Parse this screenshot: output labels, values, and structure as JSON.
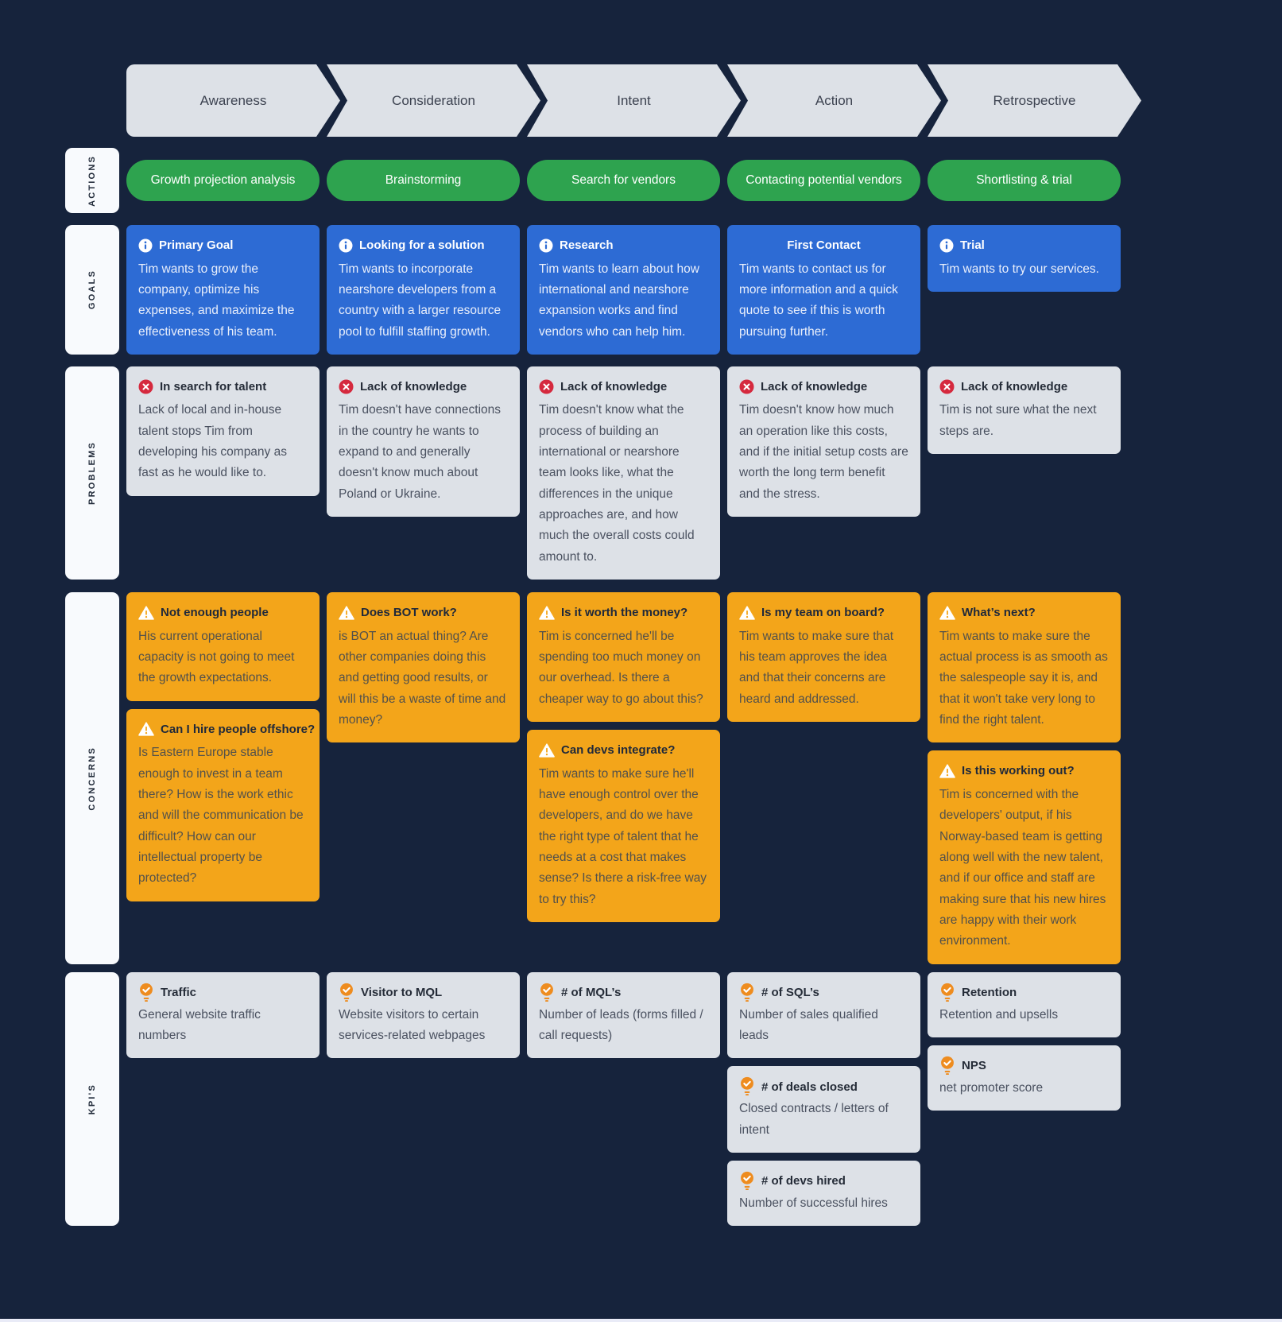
{
  "colors": {
    "background": "#16233C",
    "stage_chevron_gray": "#DDE1E7",
    "action_green": "#2EA34F",
    "goal_blue": "#2D6BD4",
    "problem_badge_red": "#D5293E",
    "concern_orange": "#F3A51A",
    "kpi_bulb_orange": "#EE8C1F",
    "card_gray": "#DDE1E7"
  },
  "icons": {
    "goal": "info-icon",
    "problem": "x-circle-icon",
    "concern": "warning-triangle-icon",
    "kpi": "lightbulb-check-icon"
  },
  "row_labels": {
    "actions": "ACTIONS",
    "goals": "GOALS",
    "problems": "PROBLEMS",
    "concerns": "CONCERNS",
    "kpis": "KPI'S"
  },
  "stages": [
    "Awareness",
    "Consideration",
    "Intent",
    "Action",
    "Retrospective"
  ],
  "actions": [
    "Growth projection analysis",
    "Brainstorming",
    "Search for vendors",
    "Contacting potential vendors",
    "Shortlisting & trial"
  ],
  "goals": [
    {
      "title": "Primary Goal",
      "body": "Tim wants to grow the company, optimize his expenses, and maximize the effectiveness of his team."
    },
    {
      "title": "Looking for a solution",
      "body": "Tim wants to incorporate nearshore developers from a country with a larger resource pool to fulfill staffing growth."
    },
    {
      "title": "Research",
      "body": "Tim wants to learn about how international and nearshore expansion works and find vendors who can help him."
    },
    {
      "title": "First Contact",
      "body": "Tim wants to contact us for more information and a quick quote to see if this is worth pursuing further."
    },
    {
      "title": "Trial",
      "body": "Tim wants to try our services."
    }
  ],
  "problems": [
    {
      "title": "In search for talent",
      "body": "Lack of local and in-house talent stops Tim from developing his company as fast as he would like to."
    },
    {
      "title": "Lack of knowledge",
      "body": "Tim doesn't have connections in the country he wants to expand to and generally doesn't know much about Poland or Ukraine."
    },
    {
      "title": "Lack of knowledge",
      "body": "Tim doesn't know what the process of building an international or nearshore team looks like, what the differences in the unique approaches are, and how much the overall costs could amount to."
    },
    {
      "title": "Lack of knowledge",
      "body": "Tim doesn't know how much an operation like this costs, and if the initial setup costs are worth the long term benefit and the stress."
    },
    {
      "title": "Lack of knowledge",
      "body": "Tim is not sure what the next steps are."
    }
  ],
  "concerns": [
    [
      {
        "title": "Not enough people",
        "body": "His current operational capacity is not going to meet the growth expectations."
      },
      {
        "title": "Can I hire people offshore?",
        "body": "Is Eastern Europe stable enough to invest in a team there? How is the work ethic and will the communication be difficult? How can our intellectual property be protected?"
      }
    ],
    [
      {
        "title": "Does BOT work?",
        "body": "is BOT an actual thing? Are other companies doing this and getting good results, or will this be a waste of time and money?"
      }
    ],
    [
      {
        "title": "Is it worth the money?",
        "body": "Tim is concerned he'll be spending too much money on our overhead. Is there a cheaper way to go about this?"
      },
      {
        "title": "Can devs integrate?",
        "body": "Tim wants to make sure he'll have enough control over the developers, and do we have the right type of talent that he needs at a cost that makes sense? Is there a risk-free way to try this?"
      }
    ],
    [
      {
        "title": "Is my team on board?",
        "body": "Tim wants to make sure that his team approves the idea and that their concerns are heard and addressed."
      }
    ],
    [
      {
        "title": "What’s next?",
        "body": "Tim wants to make sure the actual process is as smooth as the salespeople say it is, and that it won't take very long to find the right talent."
      },
      {
        "title": "Is this working out?",
        "body": "Tim is concerned with the developers' output, if his Norway-based team is getting along well with the new talent, and if our office and staff are making sure that his new hires are happy with their work environment."
      }
    ]
  ],
  "kpis": [
    [
      {
        "title": "Traffic",
        "body": "General website traffic numbers"
      }
    ],
    [
      {
        "title": "Visitor to MQL",
        "body": "Website visitors to certain services-related webpages"
      }
    ],
    [
      {
        "title": "# of MQL’s",
        "body": "Number of leads (forms filled / call requests)"
      }
    ],
    [
      {
        "title": "# of SQL’s",
        "body": "Number of sales qualified leads"
      },
      {
        "title": "# of deals closed",
        "body": "Closed contracts / letters of intent"
      },
      {
        "title": "# of devs hired",
        "body": "Number of successful hires"
      }
    ],
    [
      {
        "title": "Retention",
        "body": "Retention and upsells"
      },
      {
        "title": "NPS",
        "body": "net promoter score"
      }
    ]
  ]
}
